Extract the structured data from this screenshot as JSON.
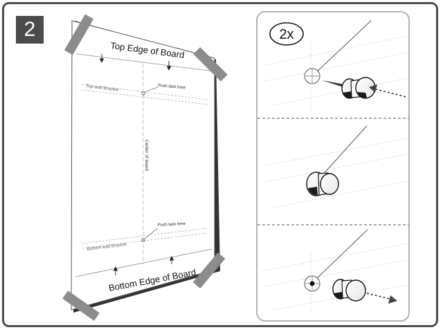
{
  "step": {
    "number": "2"
  },
  "board": {
    "top_edge_label": "Top Edge of Board",
    "bottom_edge_label": "Bottom Edge of Board",
    "top_bracket_label": "Top wall Bracket",
    "bottom_bracket_label": "Bottom  wall Bracket",
    "push_tack_top_label": "Push tack here",
    "push_tack_bottom_label": "Push tack here",
    "center_label": "Center of board"
  },
  "detail_panel": {
    "quantity_label": "2x"
  },
  "colors": {
    "frame": "#4d4d4d",
    "badge": "#4b4b4b",
    "tape": "#8c8c8c",
    "panel_border": "#b3b3b3",
    "tack_shadow": "#1a1a1a"
  }
}
